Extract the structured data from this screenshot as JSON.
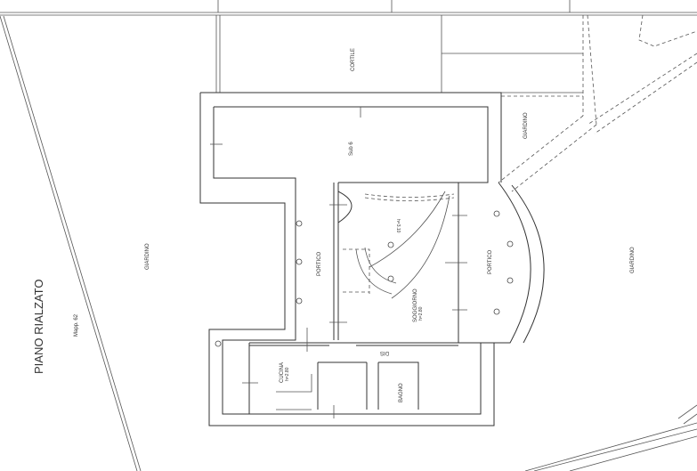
{
  "title": "PIANO RIALZATO",
  "parcel": "Mapp. 62",
  "rooms": {
    "cortile": "CORTILE",
    "sub": "Sub 6",
    "giardino_left": "GIARDINO",
    "giardino_right": "GIARDINO",
    "giardino_top": "GIARDINO",
    "portico_left": "PORTICO",
    "portico_right": "PORTICO",
    "soggiorno": "SOGGIORNO",
    "soggiorno_height": "h=2.80",
    "stair_height": "h=3.10",
    "cucina": "CUCINA",
    "cucina_height": "h=2.80",
    "dis": "DIS",
    "bagno": "BAGNO"
  }
}
